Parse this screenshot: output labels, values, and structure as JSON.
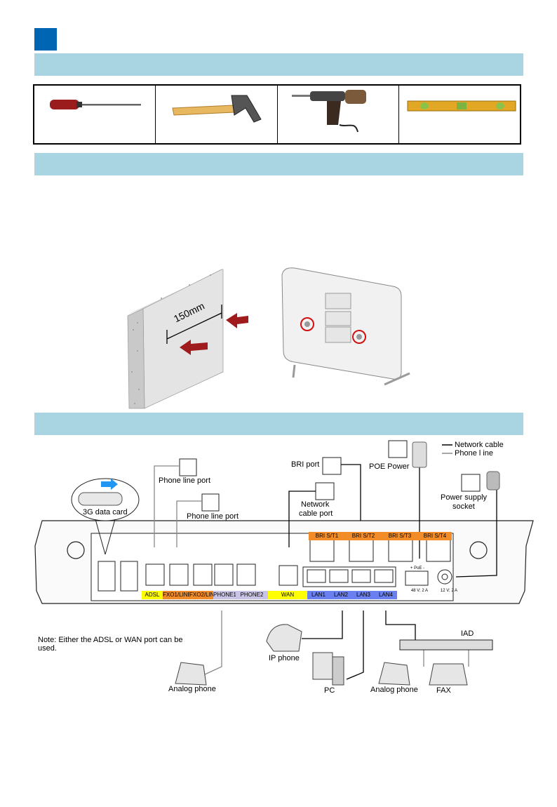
{
  "colors": {
    "header_block": "#0066b3",
    "section_bar": "#a9d4e2",
    "adsl_label": "#ffff00",
    "fxo_label": "#f28c28",
    "phone_label": "#c9c4e6",
    "wan_label": "#ffff00",
    "lan_label": "#6a7ff0",
    "bri_label": "#f28c28",
    "arrow_red": "#a01c1c",
    "highlight_circle": "#d01010",
    "usb_arrow": "#2196f3"
  },
  "tools": [
    {
      "icon": "screwdriver-icon"
    },
    {
      "icon": "hammer-icon"
    },
    {
      "icon": "drill-icon"
    },
    {
      "icon": "spirit-level-icon"
    }
  ],
  "wall_mount": {
    "distance_label": "150mm"
  },
  "diagram": {
    "legend": {
      "network_cable": "Network cable",
      "phone_line": "Phone l ine"
    },
    "labels": {
      "data_card": "3G data card",
      "phone_line_port_1": "Phone line port",
      "phone_line_port_2": "Phone line port",
      "bri_port": "BRI port",
      "network_cable_port_1": "Network",
      "network_cable_port_2": "cable port",
      "poe_power": "POE Power",
      "power_socket_1": "Power supply",
      "power_socket_2": "socket",
      "iad": "IAD",
      "ip_phone": "IP phone",
      "pc": "PC",
      "analog_phone_1": "Analog phone",
      "analog_phone_2": "Analog phone",
      "fax": "FAX",
      "note_1": "Note: Either the ADSL or WAN port can be",
      "note_2": "used."
    },
    "port_labels": {
      "adsl": "ADSL",
      "fxo1": "FXO1/LINE",
      "fxo2": "FXO2/LINE",
      "phone1": "PHONE1",
      "phone2": "PHONE2",
      "wan": "WAN",
      "lan1": "LAN1",
      "lan2": "LAN2",
      "lan3": "LAN3",
      "lan4": "LAN4",
      "bri1": "BRI S/T1",
      "bri2": "BRI S/T2",
      "bri3": "BRI S/T3",
      "bri4": "BRI S/T4",
      "poe_rating": "48 V; 2 A",
      "dc_rating": "12 V; 2 A",
      "poe_mark": "+ PoE -"
    }
  }
}
